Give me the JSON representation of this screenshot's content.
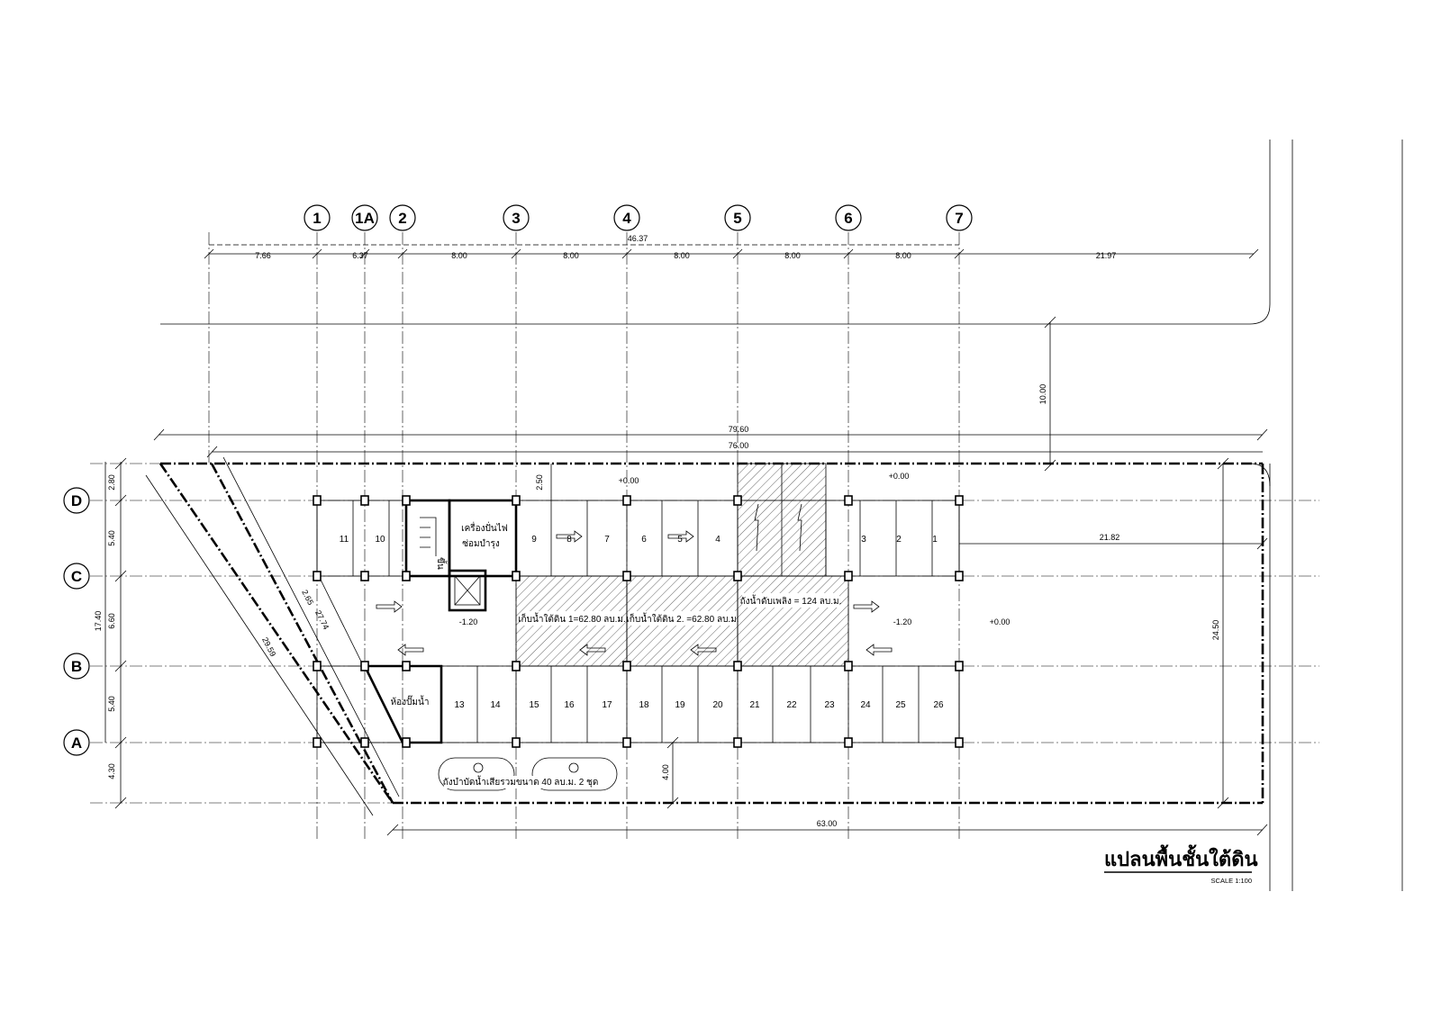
{
  "drawing": {
    "title": "แปลนพื้นชั้นใต้ดิน",
    "scale": "SCALE 1:100"
  },
  "grid_columns": [
    "1",
    "1A",
    "2",
    "3",
    "4",
    "5",
    "6",
    "7"
  ],
  "grid_rows": [
    "D",
    "C",
    "B",
    "A"
  ],
  "dimensions": {
    "top_total": "46.37",
    "top_spans": [
      "7.66",
      "6.37",
      "8.00",
      "8.00",
      "8.00",
      "8.00",
      "8.00",
      "21.97"
    ],
    "setback_top": "10.00",
    "overall_width": "79.60",
    "building_width": "76.00",
    "side_spans": [
      "2.80",
      "5.40",
      "6.60",
      "5.40",
      "4.30"
    ],
    "side_total": "17.40",
    "ramp_offset": "2.50",
    "right_offset": "21.82",
    "right_depth": "24.50",
    "bottom_offset": "4.00",
    "bottom_total": "63.00",
    "diag_1": "2.65",
    "diag_2": "27.74",
    "diag_3": "29.59"
  },
  "levels": {
    "top_left": "+0.00",
    "top_right": "+0.00",
    "drive_left": "-1.20",
    "drive_right": "-1.20",
    "right_area": "+0.00"
  },
  "rooms": {
    "generator": "เครื่องปั่นไฟ",
    "maintenance": "ซ่อมบำรุง",
    "pump_room": "ห้องปั๊มน้ำ",
    "tank_1": "เก็บน้ำใต้ดิน 1=62.80 ลบ.ม.",
    "tank_2": "เก็บน้ำใต้ดิน 2. =62.80 ลบ.ม.",
    "fire_tank": "ถังน้ำดับเพลิง = 124 ลบ.ม.",
    "septic": "ถังบำบัดน้ำเสียรวมขนาด 40 ลบ.ม. 2 ชุด",
    "stair_mark": "ขึ้น"
  },
  "parking_top": [
    "11",
    "10",
    "9",
    "8",
    "7",
    "6",
    "5",
    "4",
    "3",
    "2",
    "1"
  ],
  "parking_bottom": [
    "13",
    "14",
    "15",
    "16",
    "17",
    "18",
    "19",
    "20",
    "21",
    "22",
    "23",
    "24",
    "25",
    "26"
  ]
}
